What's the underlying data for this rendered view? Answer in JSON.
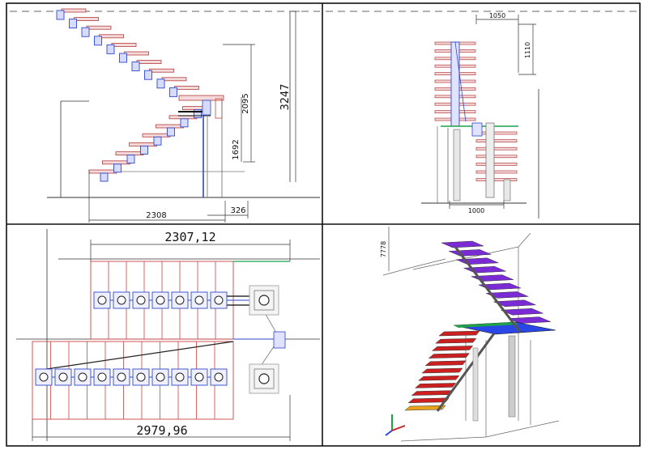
{
  "panels": {
    "side_elevation": {
      "dims": {
        "total_height": "3247",
        "upper_height": "2095",
        "lower_height": "1692",
        "length": "2308",
        "offset": "326"
      }
    },
    "front_elevation": {
      "dims": {
        "top_width": "1050",
        "top_height": "1110",
        "bottom_width": "1000"
      }
    },
    "plan_view": {
      "dims": {
        "upper_length": "2307,12",
        "lower_length": "2979,96"
      }
    },
    "iso_view": {
      "dims": {
        "height_label": "7778"
      },
      "colors": {
        "upper_treads": "#7a2bd6",
        "landing": "#2a46e6",
        "lower_treads": "#cc1f1f",
        "first_tread": "#e8a21a",
        "landing_edge": "#1fa04a"
      }
    }
  }
}
